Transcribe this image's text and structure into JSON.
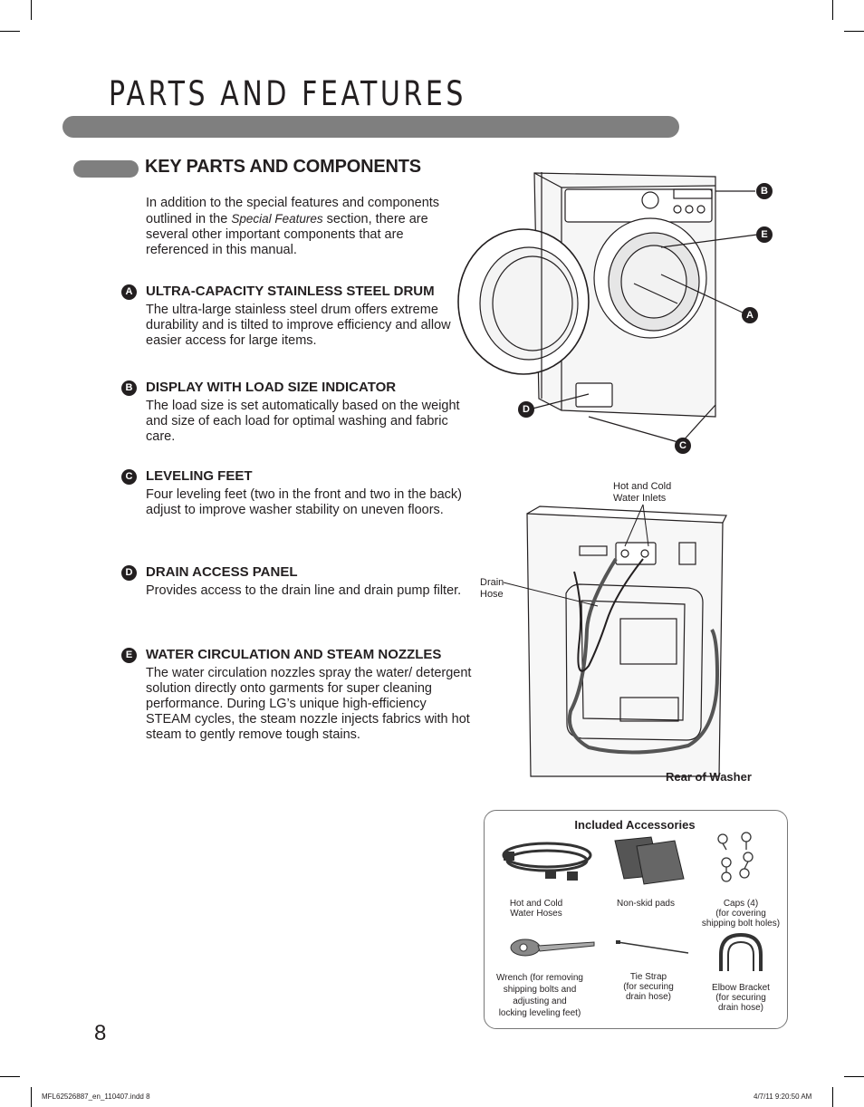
{
  "header": {
    "title": "PARTS AND FEATURES"
  },
  "section": {
    "title": "KEY PARTS AND COMPONENTS",
    "intro_before": "In addition to the special features and components outlined in the ",
    "intro_italic": "Special Features",
    "intro_after": " section, there are several other important components that are referenced in this manual."
  },
  "features": [
    {
      "letter": "A",
      "title": "ULTRA-CAPACITY STAINLESS STEEL DRUM",
      "text": "The ultra-large stainless steel drum offers extreme durability and is tilted to improve efficiency and allow easier access for large items."
    },
    {
      "letter": "B",
      "title": "DISPLAY WITH LOAD SIZE INDICATOR",
      "text": "The load size is set automatically based on the weight and size of each load for optimal washing and fabric care."
    },
    {
      "letter": "C",
      "title": "LEVELING FEET",
      "text": "Four leveling feet (two in the front and two in the back) adjust to improve washer stability on uneven floors."
    },
    {
      "letter": "D",
      "title": "DRAIN ACCESS PANEL",
      "text": "Provides access to the drain line and drain pump filter."
    },
    {
      "letter": "E",
      "title": "WATER CIRCULATION AND STEAM NOZZLES",
      "text": "The water circulation nozzles spray the water/ detergent solution directly onto garments for super cleaning performance. During LG’s unique high-efficiency STEAM cycles, the steam nozzle injects fabrics with hot steam to gently remove tough stains."
    }
  ],
  "front_callouts": {
    "b": "B",
    "e": "E",
    "a": "A",
    "d": "D",
    "c": "C"
  },
  "rear": {
    "inlets_label_1": "Hot and Cold",
    "inlets_label_2": "Water Inlets",
    "drain_label_1": "Drain",
    "drain_label_2": "Hose",
    "caption": "Rear of Washer"
  },
  "accessories": {
    "title": "Included Accessories",
    "items": [
      {
        "lines": [
          "Hot and Cold",
          "Water Hoses"
        ]
      },
      {
        "lines": [
          "Non-skid pads"
        ]
      },
      {
        "lines": [
          "Caps (4)",
          "(for covering",
          "shipping bolt holes)"
        ]
      },
      {
        "lines": [
          "Wrench (for removing",
          "shipping bolts and",
          "adjusting and",
          "locking leveling feet)"
        ]
      },
      {
        "lines": [
          "Tie Strap",
          "(for securing",
          "drain hose)"
        ]
      },
      {
        "lines": [
          "Elbow Bracket",
          "(for securing",
          "drain hose)"
        ]
      }
    ]
  },
  "page_number": "8",
  "footer": {
    "left": "MFL62526887_en_110407.indd   8",
    "right": "4/7/11   9:20:50 AM"
  }
}
